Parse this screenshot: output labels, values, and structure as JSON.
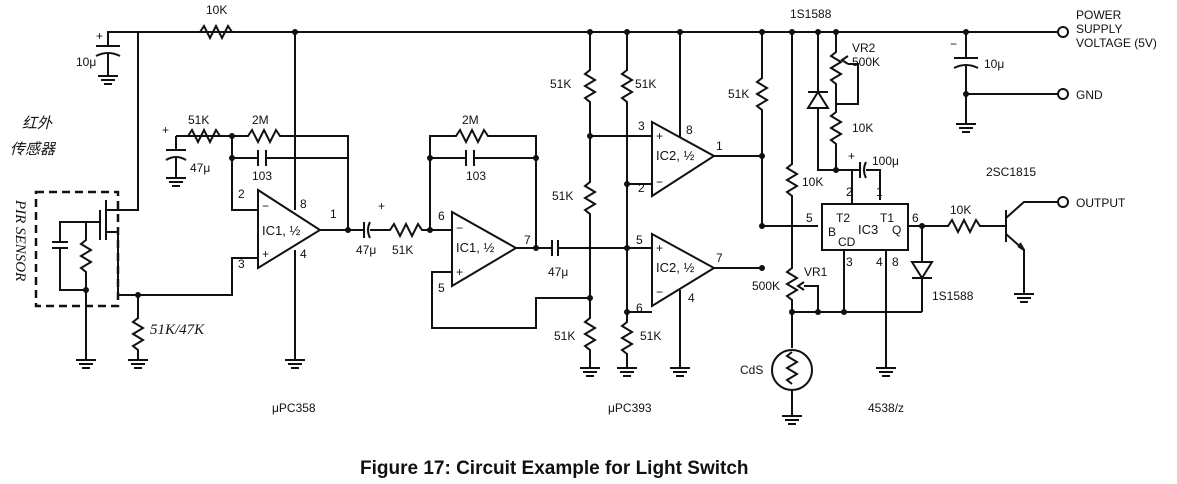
{
  "caption": "Figure 17: Circuit Example for Light Switch",
  "terminals": {
    "power_line1": "POWER",
    "power_line2": "SUPPLY",
    "power_line3": "VOLTAGE (5V)",
    "gnd": "GND",
    "output": "OUTPUT"
  },
  "sensor": {
    "label_cn_line1": "红外",
    "label_cn_line2": "传感器",
    "pir_label": "PIR SENSOR",
    "load_resistor": "51K/47K"
  },
  "ic_labels": {
    "ic1a": "IC1, ½",
    "ic1b": "IC1, ½",
    "ic2a": "IC2, ½",
    "ic2b": "IC2, ½",
    "ic3": "IC3",
    "ic3_t2": "T2",
    "ic3_t1": "T1",
    "ic3_b": "B",
    "ic3_cd": "CD",
    "ic3_q": "Q",
    "part_358": "μPC358",
    "part_393": "μPC393",
    "part_4538": "4538/z"
  },
  "components": {
    "r_top": "10K",
    "c_in": "10μ",
    "r51k_a": "51K",
    "r2m_a": "2M",
    "c47_a": "47μ",
    "c103_a": "103",
    "c47_b": "47μ",
    "r51k_b": "51K",
    "r2m_b": "2M",
    "c103_b": "103",
    "c47_c": "47μ",
    "r51k_c1": "51K",
    "r51k_c2": "51K",
    "r51k_c3": "51K",
    "r51k_c4": "51K",
    "r51k_c5": "51K",
    "r51k_d": "51K",
    "d_top": "1S1588",
    "vr2": "VR2",
    "vr2_val": "500K",
    "r10k_b": "10K",
    "r10k_c": "10K",
    "c100": "100μ",
    "vr1": "VR1",
    "vr1_val": "500K",
    "cds": "CdS",
    "c10u_right": "10μ",
    "transistor": "2SC1815",
    "r10k_out": "10K",
    "d_out": "1S1588"
  },
  "pins": {
    "ic1a_minus": "2",
    "ic1a_plus": "3",
    "ic1a_out": "1",
    "ic1a_vcc": "8",
    "ic1a_gnd": "4",
    "ic1b_minus": "6",
    "ic1b_plus": "5",
    "ic1b_out": "7",
    "ic2a_plus": "3",
    "ic2a_minus": "2",
    "ic2a_out": "1",
    "ic2a_vcc": "8",
    "ic2b_plus": "5",
    "ic2b_minus": "6",
    "ic2b_out": "7",
    "ic2b_gnd": "4",
    "ic3_p2": "2",
    "ic3_p1": "1",
    "ic3_p5": "5",
    "ic3_p6": "6",
    "ic3_p3": "3",
    "ic3_p4": "4",
    "ic3_p8": "8",
    "plus": "+",
    "minus": "−"
  }
}
